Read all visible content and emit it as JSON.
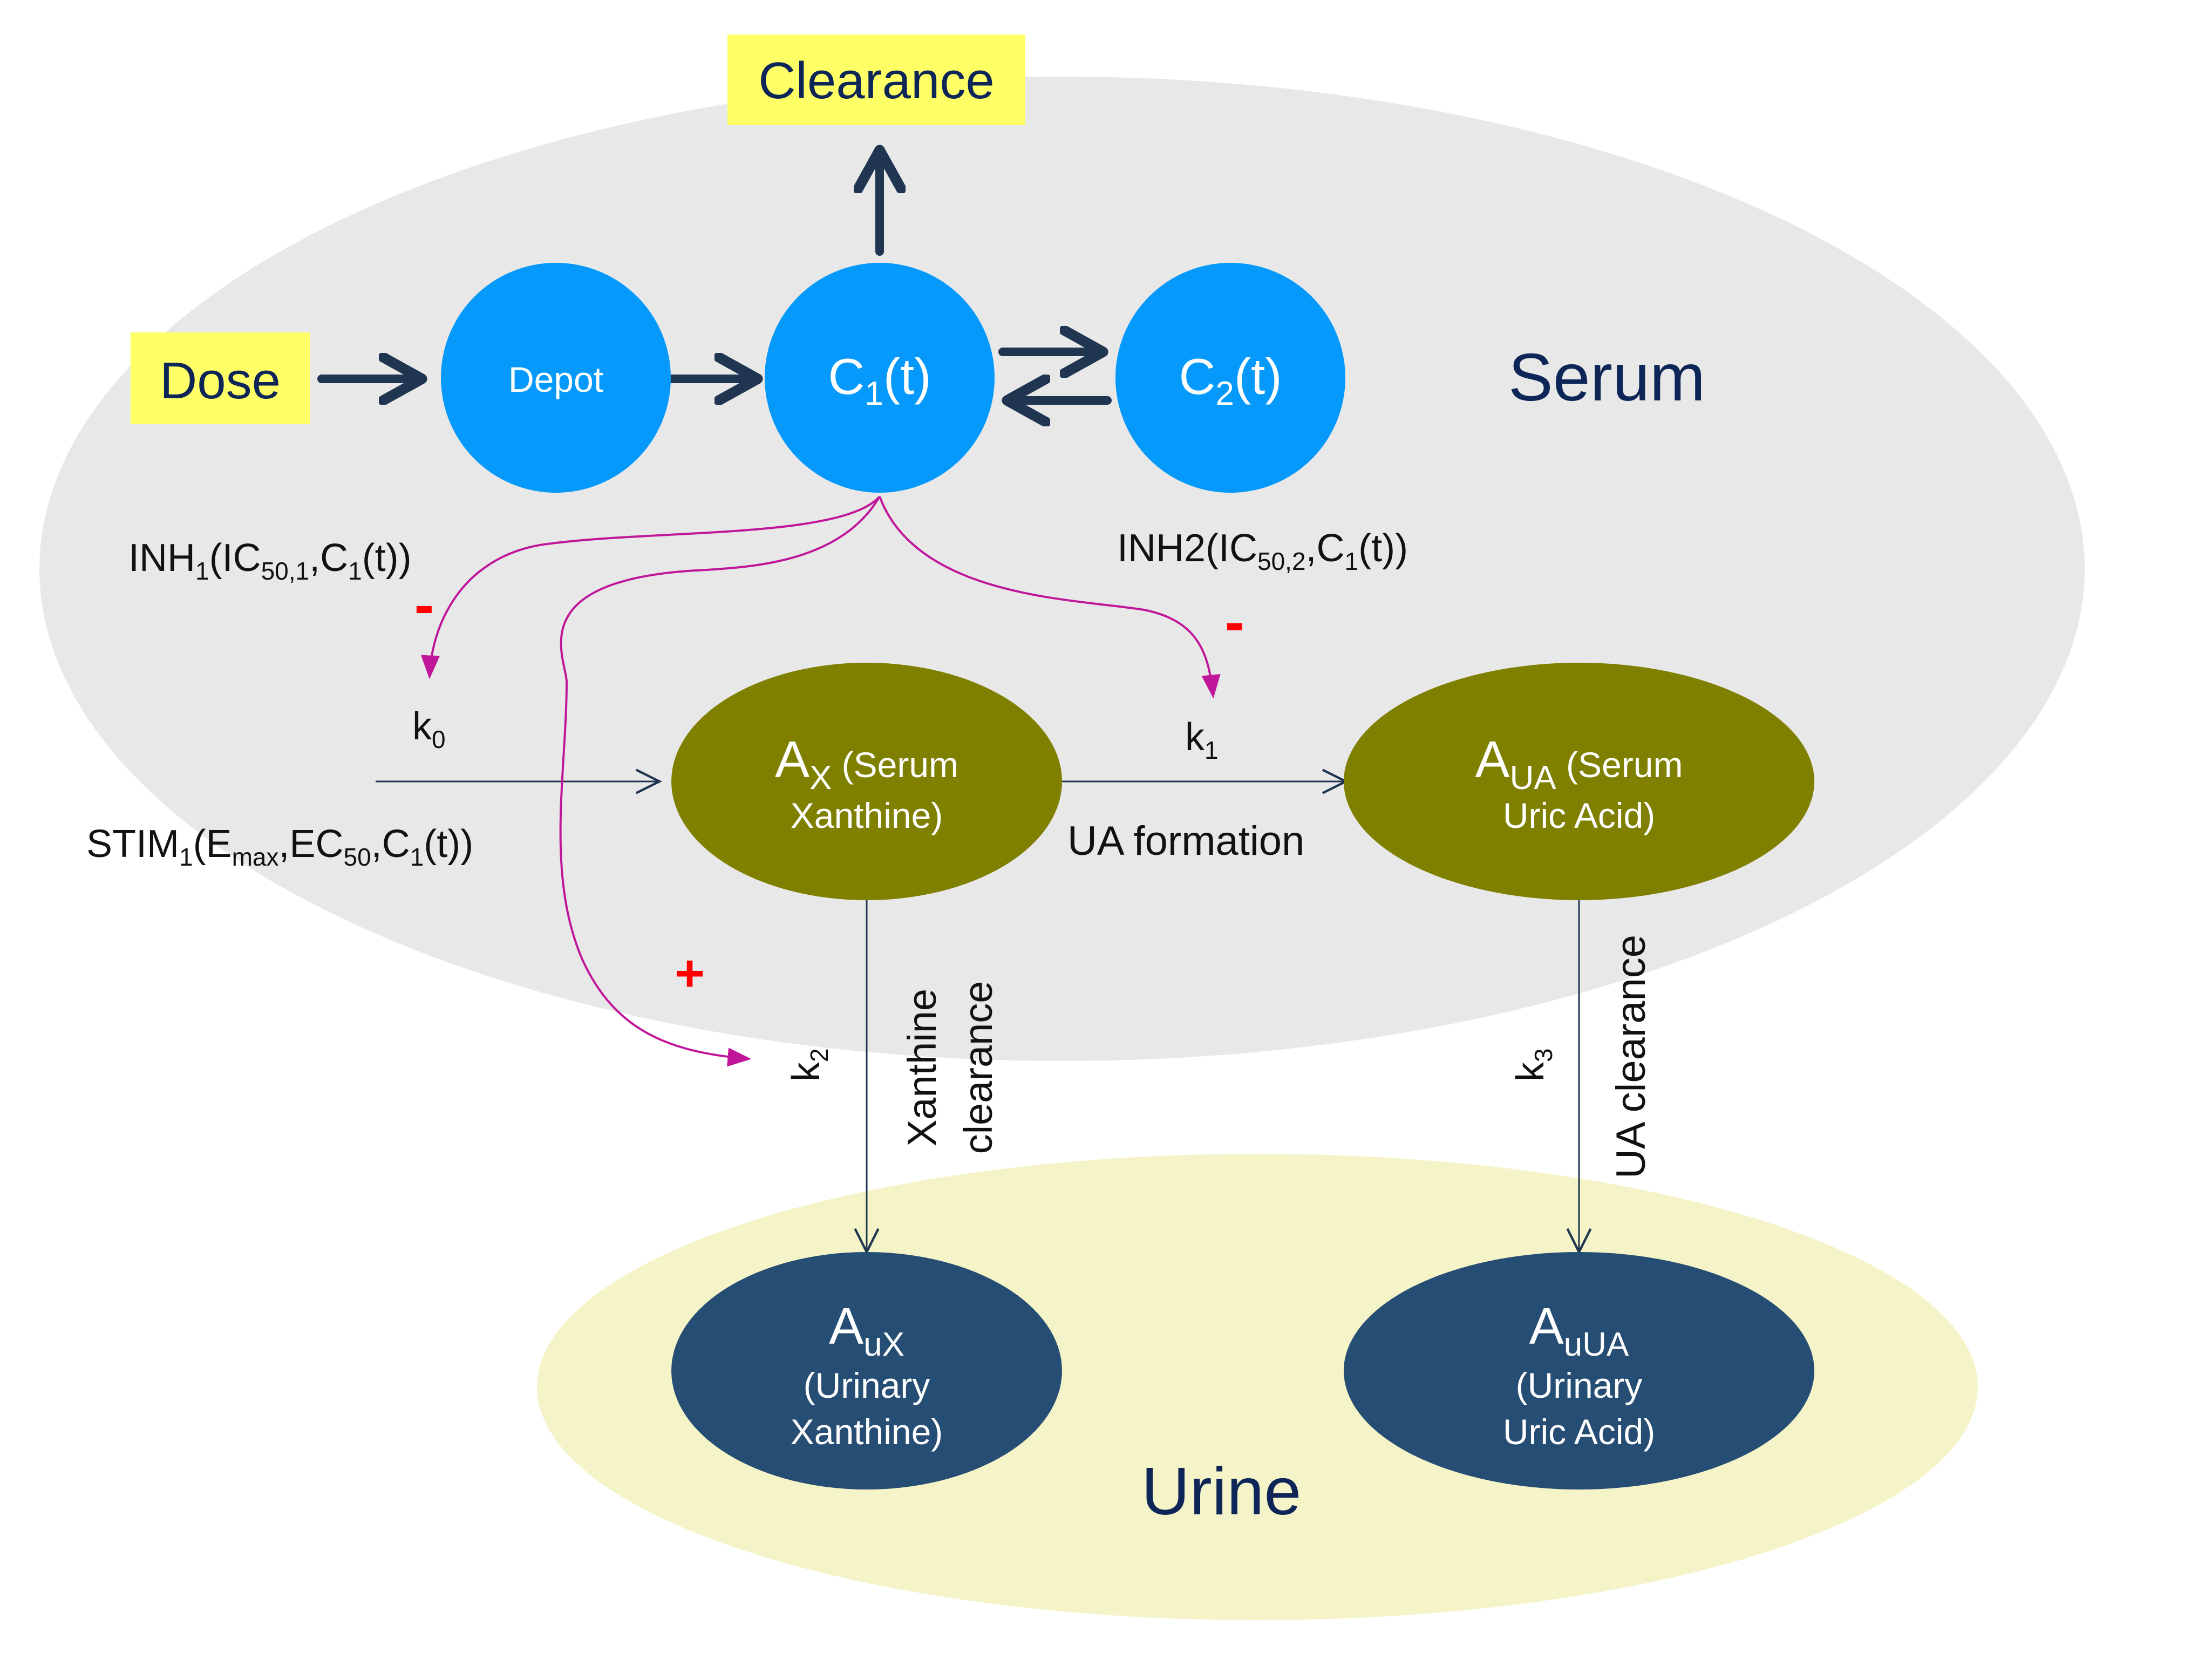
{
  "colors": {
    "serum_region": "#e8e8e8",
    "urine_region": "#f4f4c8",
    "pk_compartment": "#0499fb",
    "serum_compartment": "#7f7f00",
    "urine_compartment": "#264d73",
    "label_box": "#ffff66",
    "pk_arrow": "#1f3550",
    "effect_arrow": "#c0179a",
    "sign": "#ff0000"
  },
  "regions": {
    "serum": "Serum",
    "urine": "Urine"
  },
  "boxes": {
    "clearance": "Clearance",
    "dose": "Dose"
  },
  "pk": {
    "depot": "Depot",
    "c1": {
      "main": "C",
      "sub": "1",
      "tail": "(t)"
    },
    "c2": {
      "main": "C",
      "sub": "2",
      "tail": "(t)"
    }
  },
  "ax": {
    "main": "A",
    "sub": "X",
    "desc1": " (Serum",
    "desc2": "Xanthine)"
  },
  "aua": {
    "main": "A",
    "sub": "UA",
    "desc1": " (Serum",
    "desc2": "Uric Acid)"
  },
  "aux": {
    "main": "A",
    "sub": "uX",
    "desc1": "(Urinary",
    "desc2": "Xanthine)"
  },
  "auua": {
    "main": "A",
    "sub": "uUA",
    "desc1": "(Urinary",
    "desc2": "Uric Acid)"
  },
  "rates": {
    "k0": {
      "main": "k",
      "sub": "0"
    },
    "k1": {
      "main": "k",
      "sub": "1"
    },
    "k2": {
      "main": "k",
      "sub": "2"
    },
    "k3": {
      "main": "k",
      "sub": "3"
    }
  },
  "effects": {
    "inh1": {
      "p1": "INH",
      "s1": "1",
      "p2": "(IC",
      "s2": "50,1",
      "p3": ",C",
      "s3": "1",
      "p4": "(t))"
    },
    "inh2": {
      "p1": "INH2(IC",
      "s1": "50,2",
      "p2": ",C",
      "s2": "1",
      "p3": "(t))"
    },
    "stim1": {
      "p1": "STIM",
      "s1": "1",
      "p2": "(E",
      "s2": "max",
      "p3": ",EC",
      "s3": "50",
      "p4": ",C",
      "s4": "1",
      "p5": "(t))"
    },
    "minus": "-",
    "plus": "+"
  },
  "processes": {
    "ua_formation": "UA formation",
    "xanthine_clearance_1": "Xanthine",
    "xanthine_clearance_2": "clearance",
    "ua_clearance": "UA clearance"
  }
}
